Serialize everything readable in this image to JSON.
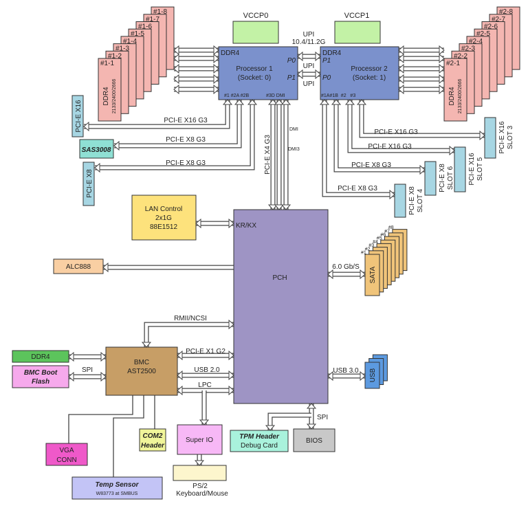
{
  "colors": {
    "processor": "#7b91cc",
    "pch": "#9e94c4",
    "dimm": "#f4b6b1",
    "vccp": "#c3f2a6",
    "pcie_slot": "#a7d6e3",
    "sas": "#8fe0d4",
    "lan": "#fde27c",
    "alc": "#f9cfa3",
    "sata": "#f0c47a",
    "usb": "#5c9ae0",
    "bmc": "#c79e66",
    "ddr4_bmc": "#5cc45c",
    "boot_flash": "#f6a9ec",
    "vga": "#ef59c9",
    "temp_sensor": "#c3c4f6",
    "com2": "#f0f59a",
    "super_io": "#f7b8f6",
    "ps2": "#fdf6cd",
    "tpm": "#a9f2dc",
    "bios": "#c8c8c8"
  },
  "vccp0": "VCCP0",
  "vccp1": "VCCP1",
  "upi": {
    "title": "UPI",
    "speed": "10.4/11.2G",
    "link1": "UPI",
    "link2": "UPI"
  },
  "processor1": {
    "ddr": "DDR4",
    "name": "Processor 1",
    "socket": "(Socket: 0)",
    "p0": "P0",
    "p1": "P1",
    "ports": "#1  #2A #2B",
    "ports2": "#3D DMI"
  },
  "processor2": {
    "ddr": "DDR4",
    "name": "Processor 2",
    "socket": "(Socket: 1)",
    "p1": "P1",
    "p0": "P0",
    "ports": "#1A#1B  #2   #3"
  },
  "dimms_left": {
    "labels": [
      "#1-1",
      "#1-2",
      "#1-3",
      "#1-4",
      "#1-5",
      "#1-6",
      "#1-7",
      "#1-8"
    ],
    "type": "DDR4",
    "speed": "2133/2400/2666"
  },
  "dimms_right": {
    "labels": [
      "#2-1",
      "#2-2",
      "#2-3",
      "#2-4",
      "#2-5",
      "#2-6",
      "#2-7",
      "#2-8"
    ],
    "type": "DDR4",
    "speed": "2133/2400/2666"
  },
  "left_pcie": {
    "x16_slot": "PCI-E X16",
    "x16_link": "PCI-E X16 G3",
    "sas": "SAS3008",
    "sas_link": "PCI-E X8 G3",
    "x8_slot": "PCI-E X8",
    "x8_link": "PCI-E X8 G3"
  },
  "center_links": {
    "pcie_x4": "PCI-E X4 G3",
    "dmi": "DMI",
    "dmi3": "DMI3"
  },
  "right_pcie": {
    "slot3": {
      "name": "PCI-E X16",
      "slot": "SLOT 3",
      "link": "PCI-E X16 G3"
    },
    "slot5": {
      "name": "PCI-E X16",
      "slot": "SLOT 5",
      "link": "PCI-E X16 G3"
    },
    "slot6": {
      "name": "PCI-E X8",
      "slot": "SLOT 6",
      "link": "PCI-E X8 G3"
    },
    "slot4": {
      "name": "PCI-E X8",
      "slot": "SLOT 4",
      "link": "PCI-E X8 G3"
    }
  },
  "lan": {
    "line1": "LAN Control",
    "line2": "2x1G",
    "line3": "88E1512",
    "link": "KR/KX"
  },
  "alc": "ALC888",
  "pch": "PCH",
  "sata": {
    "link": "6.0 Gb/S",
    "label": "SATA",
    "ports": [
      "#1",
      "#2",
      "#3",
      "#4",
      "#5",
      "#6",
      "#7",
      "#8"
    ]
  },
  "usb": {
    "link": "USB 3.0",
    "label": "USB"
  },
  "bmc": {
    "line1": "BMC",
    "line2": "AST2500",
    "rmii": "RMII/NCSI",
    "pcie": "PCI-E X1 G2",
    "usb": "USB 2.0",
    "lpc": "LPC"
  },
  "bmc_ddr4": "DDR4",
  "bmc_flash": {
    "line1": "BMC Boot",
    "line2": "Flash",
    "link": "SPI"
  },
  "vga": {
    "line1": "VGA",
    "line2": "CONN"
  },
  "temp": {
    "line1": "Temp Sensor",
    "line2": "W83773 at SMBUS"
  },
  "com2": {
    "line1": "COM2",
    "line2": "Header"
  },
  "super_io": "Super IO",
  "ps2": {
    "line1": "PS/2",
    "line2": "Keyboard/Mouse"
  },
  "tpm": {
    "line1": "TPM Header",
    "line2": "Debug Card"
  },
  "bios": {
    "label": "BIOS",
    "link": "SPI"
  }
}
